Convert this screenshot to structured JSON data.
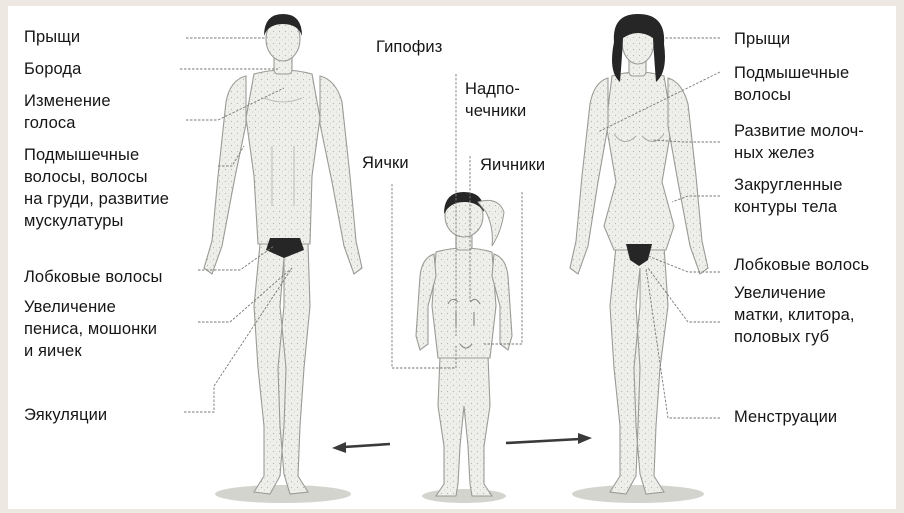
{
  "diagram": {
    "male_labels": [
      "Прыщи",
      "Борода",
      "Изменение\nголоса",
      "Подмышечные\nволосы, волосы\nна груди, развитие\nмускулатуры",
      "Лобковые волосы",
      "Увеличение\nпениса, мошонки\nи яичек",
      "Эякуляции"
    ],
    "center_labels": {
      "pituitary": "Гипофиз",
      "adrenals": "Надпо-\nчечники",
      "testes": "Яички",
      "ovaries": "Яичники"
    },
    "female_labels": [
      "Прыщи",
      "Подмышечные\nволосы",
      "Развитие молоч-\nных желез",
      "Закругленные\nконтуры тела",
      "Лобковые волось",
      "Увеличение\nматки, клитора,\nполовых губ",
      "Менструации"
    ]
  },
  "colors": {
    "figure_fill": "#ebebe8",
    "figure_stroke": "#9a9a96",
    "hair": "#262626",
    "leader_line": "#777777",
    "arrow": "#3a3a3a",
    "ground": "#c9c9c4"
  }
}
